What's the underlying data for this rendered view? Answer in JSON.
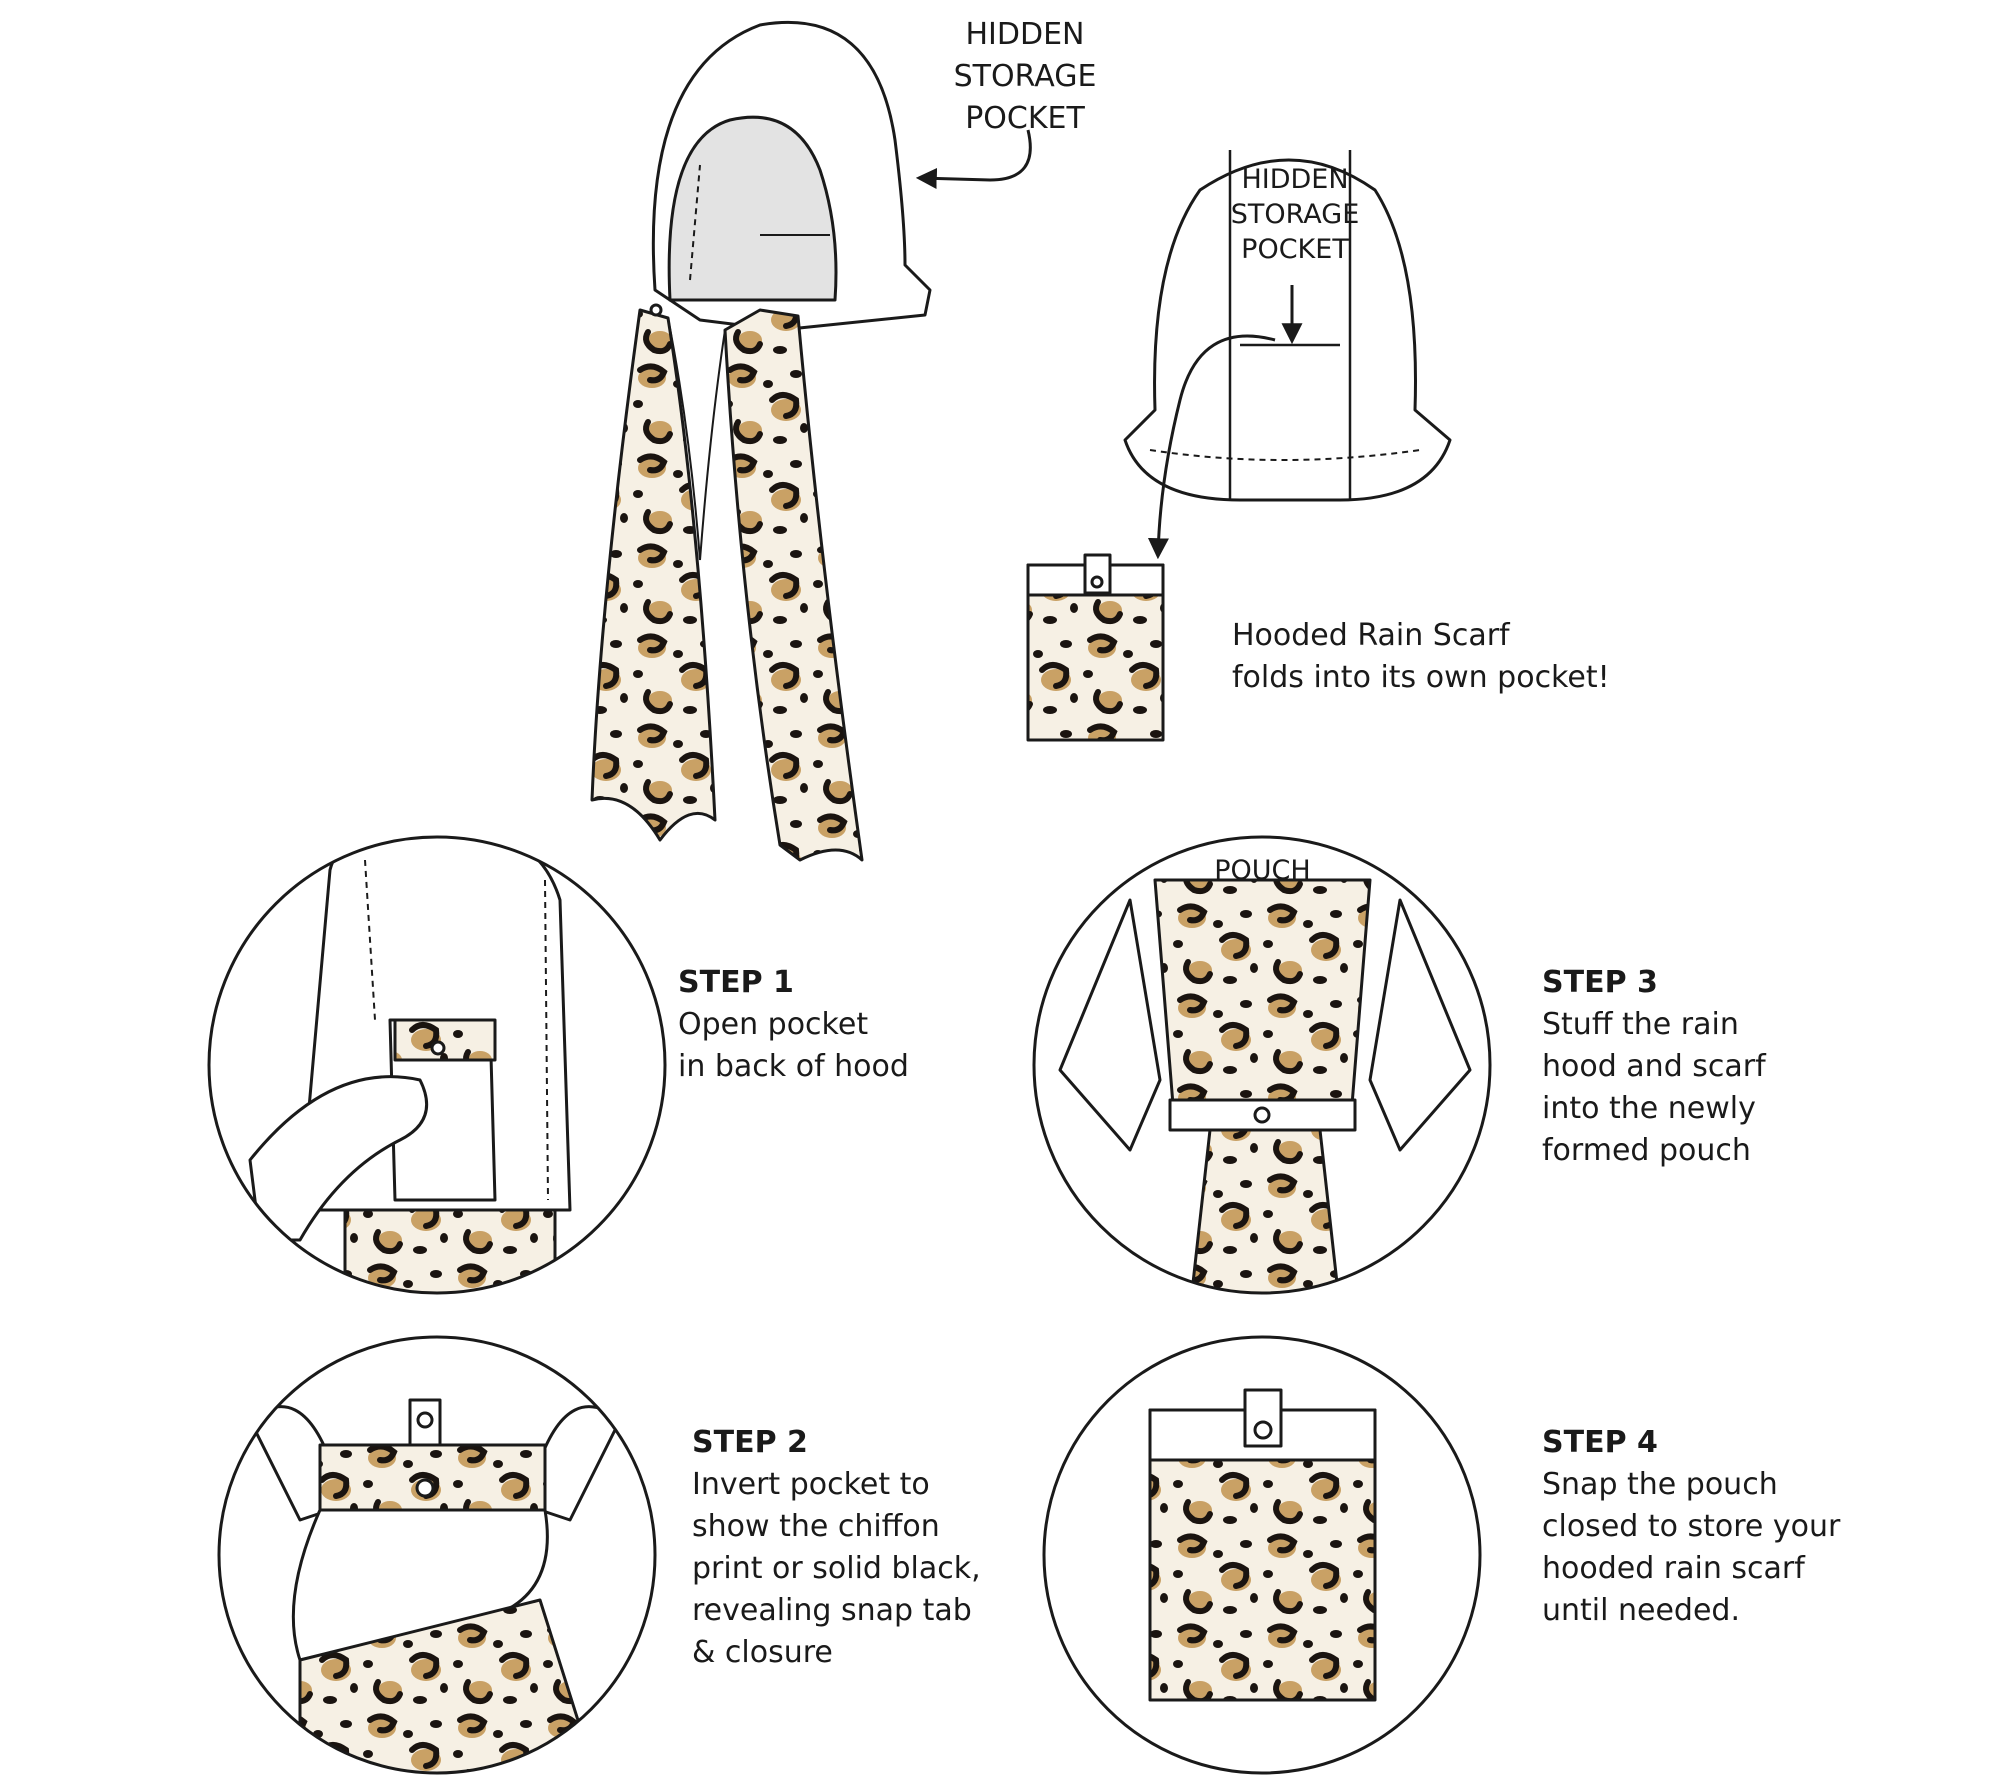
{
  "colors": {
    "outline": "#1a1a1a",
    "fabric": "#ffffff",
    "hood_lining": "#e3e3e3",
    "leopard_base": "#f6f0e4",
    "leopard_tan": "#c9a165",
    "leopard_spot": "#1a1410"
  },
  "callouts": {
    "hidden_pocket_1": [
      "HIDDEN",
      "STORAGE",
      "POCKET"
    ],
    "hidden_pocket_2": [
      "HIDDEN",
      "STORAGE",
      "POCKET"
    ],
    "folds_note": [
      "Hooded Rain Scarf",
      "folds into its own pocket!"
    ],
    "pouch_label": "POUCH"
  },
  "steps": [
    {
      "title": "STEP 1",
      "lines": [
        "Open pocket",
        "in back of hood"
      ]
    },
    {
      "title": "STEP 2",
      "lines": [
        "Invert pocket to",
        "show the chiffon",
        "print or solid black,",
        "revealing snap tab",
        "& closure"
      ]
    },
    {
      "title": "STEP 3",
      "lines": [
        "Stuff the rain",
        "hood and scarf",
        "into the  newly",
        "formed pouch"
      ]
    },
    {
      "title": "STEP 4",
      "lines": [
        "Snap the pouch",
        "closed to store your",
        "hooded rain scarf",
        "until needed."
      ]
    }
  ],
  "icons": {
    "hood": "hooded-scarf-icon",
    "hood_back": "hood-back-view-icon",
    "pouch": "folded-pouch-icon",
    "arrow": "arrow-icon"
  }
}
